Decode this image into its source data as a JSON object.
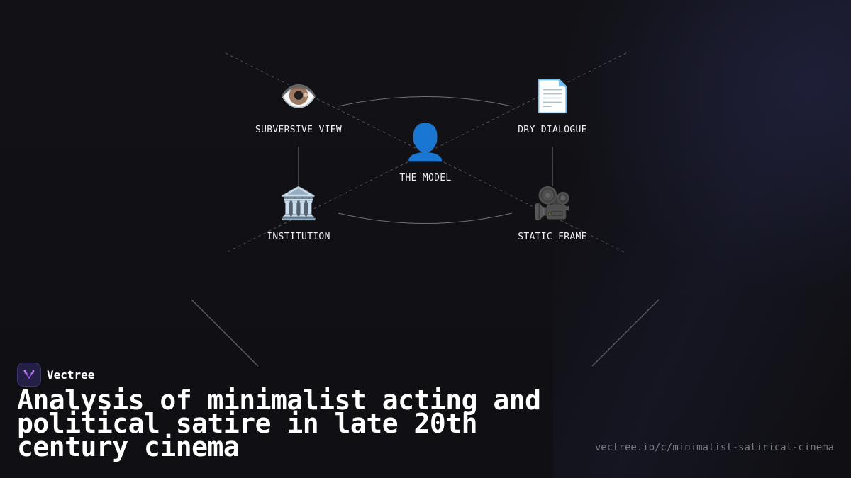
{
  "diagram": {
    "nodes": [
      {
        "id": "subversive-view",
        "icon": "eye-icon",
        "glyph": "👁️",
        "label": "SUBVERSIVE VIEW"
      },
      {
        "id": "dry-dialogue",
        "icon": "document-icon",
        "glyph": "📄",
        "label": "DRY DIALOGUE"
      },
      {
        "id": "the-model",
        "icon": "person-icon",
        "glyph": "👤",
        "label": "THE MODEL"
      },
      {
        "id": "institution",
        "icon": "classical-building-icon",
        "glyph": "🏛️",
        "label": "INSTITUTION"
      },
      {
        "id": "static-frame",
        "icon": "movie-camera-icon",
        "glyph": "🎥",
        "label": "STATIC FRAME"
      }
    ]
  },
  "brand": {
    "name": "Vectree",
    "logo_icon": "vectree-logo-icon",
    "logo_color": "#a855f7"
  },
  "title": "Analysis of minimalist acting and political satire in late 20th century cinema",
  "url": "vectree.io/c/minimalist-satirical-cinema",
  "colors": {
    "background": "#111116",
    "connector": "#8a8a92",
    "accent_glow": "#282a50"
  }
}
